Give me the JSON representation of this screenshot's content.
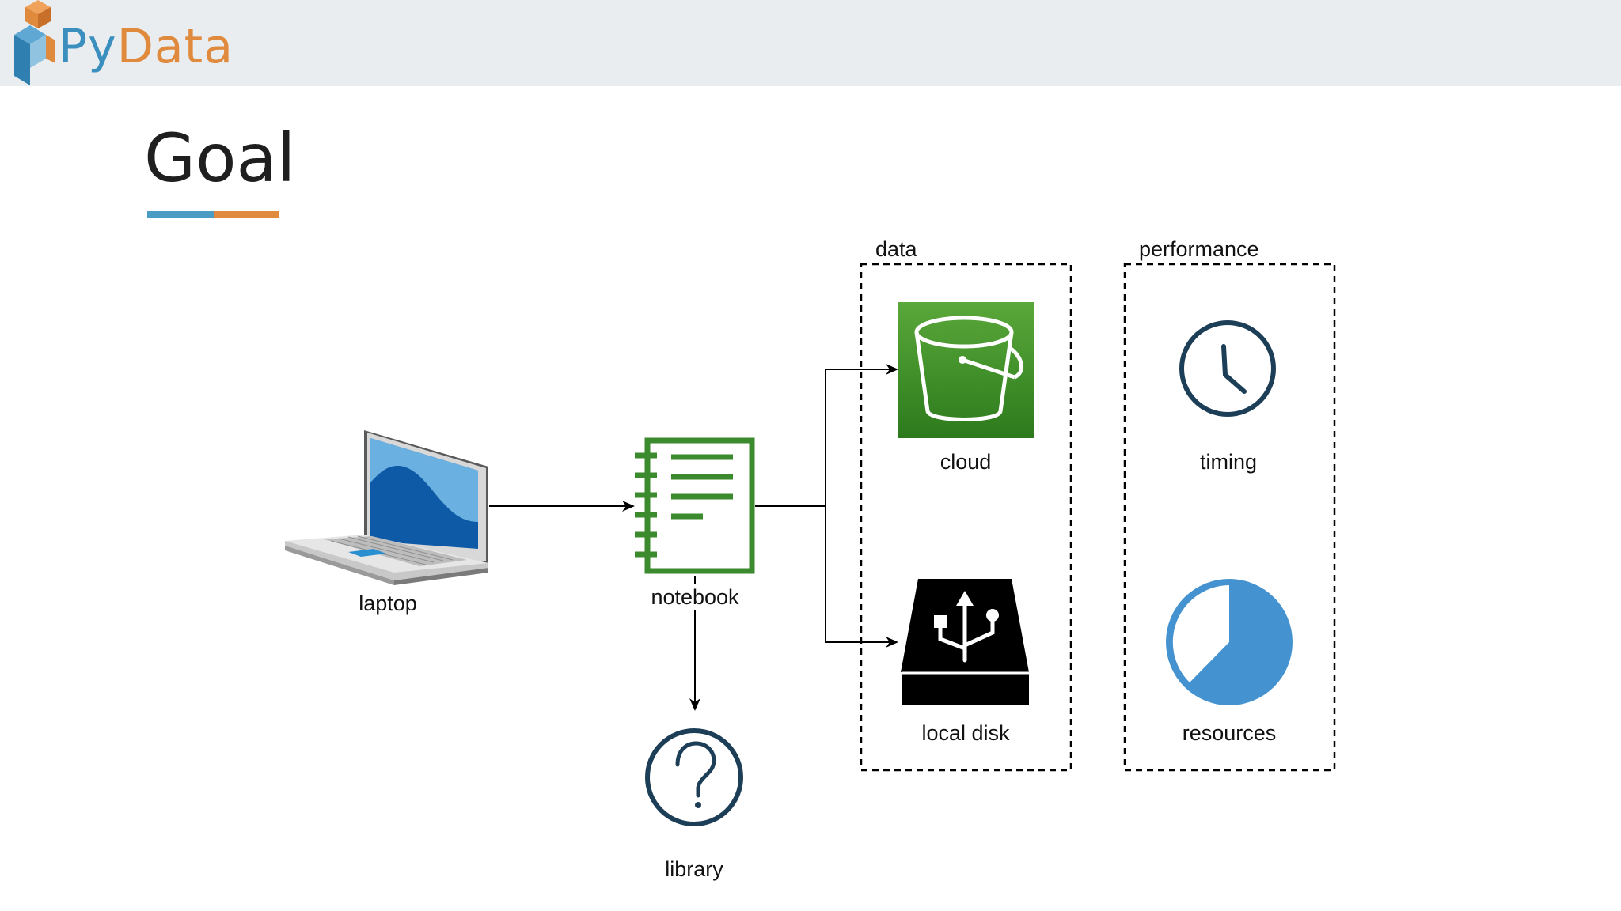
{
  "header": {
    "brand_py": "Py",
    "brand_data": "Data",
    "logo_icon": "pydata-cube-icon",
    "colors": {
      "bar": "#e9edef",
      "blue": "#3b8fbf",
      "orange": "#e08a3e"
    }
  },
  "slide": {
    "title": "Goal"
  },
  "diagram": {
    "nodes": {
      "laptop": {
        "label": "laptop",
        "icon": "laptop-icon"
      },
      "notebook": {
        "label": "notebook",
        "icon": "notebook-icon",
        "color": "#3c8a2e"
      },
      "library": {
        "label": "library",
        "icon": "question-circle-icon",
        "color": "#1d3e57"
      },
      "cloud": {
        "label": "cloud",
        "icon": "bucket-icon",
        "color": "#3f8a24"
      },
      "local_disk": {
        "label": "local disk",
        "icon": "usb-drive-icon"
      },
      "timing": {
        "label": "timing",
        "icon": "clock-icon",
        "color": "#1d3e57"
      },
      "resources": {
        "label": "resources",
        "icon": "pie-chart-icon",
        "color": "#4493d0"
      }
    },
    "groups": {
      "data": {
        "title": "data"
      },
      "performance": {
        "title": "performance"
      }
    }
  }
}
